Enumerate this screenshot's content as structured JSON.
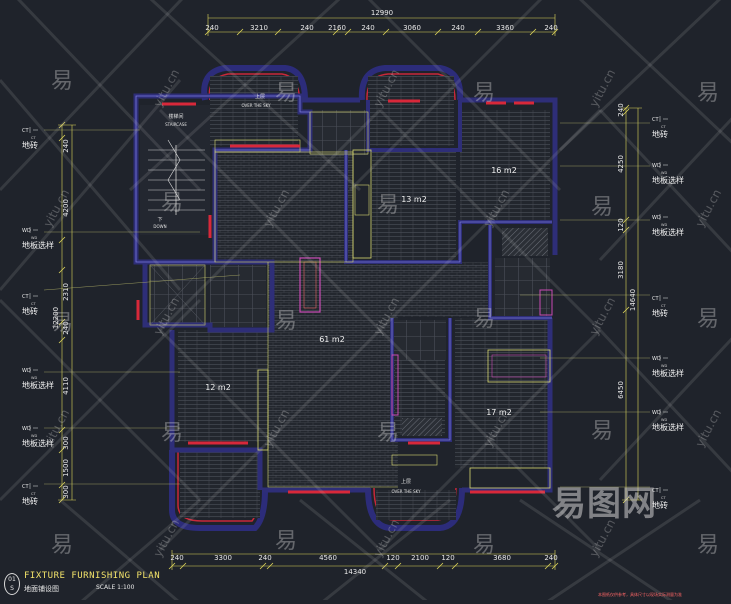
{
  "drawing": {
    "title": "FIXTURE FURNISHING PLAN",
    "subtitle": "地面铺设图",
    "scale": "SCALE 1:100",
    "sheet_top": "01",
    "sheet_bottom": "S",
    "note": "本图纸仅供参考，具体尺寸以现场实际测量为准"
  },
  "dimensions": {
    "top_total": "12990",
    "top": [
      "240",
      "3210",
      "240",
      "2160",
      "240",
      "3060",
      "240",
      "3360",
      "240"
    ],
    "bottom_total": "14340",
    "bottom": [
      "240",
      "3300",
      "240",
      "4560",
      "120",
      "2100",
      "120",
      "3680",
      "240"
    ],
    "left_total": "12200",
    "left": [
      "240",
      "4200",
      "2310",
      "240",
      "4110",
      "300",
      "1500",
      "300"
    ],
    "right_total": "14640",
    "right": [
      "240",
      "4250",
      "120",
      "3180",
      "6450"
    ]
  },
  "rooms": [
    {
      "area": "13 m2"
    },
    {
      "area": "16 m2"
    },
    {
      "area": "61 m2"
    },
    {
      "area": "12 m2"
    },
    {
      "area": "17 m2"
    }
  ],
  "labels": {
    "upper": "上层",
    "over_sky": "OVER THE SKY",
    "stair_cn": "楼梯间",
    "stair_en": "STAIRCASE",
    "down": "下",
    "down_en": "DOWN"
  },
  "legend_left": [
    {
      "code": "CT",
      "name": "地砖"
    },
    {
      "code": "WD",
      "name": "地板选样"
    },
    {
      "code": "CT",
      "name": "地砖"
    },
    {
      "code": "WD",
      "name": "地板选样"
    },
    {
      "code": "WD",
      "name": "地板选样"
    },
    {
      "code": "CT",
      "name": "地砖"
    }
  ],
  "legend_right": [
    {
      "code": "CT",
      "name": "地砖"
    },
    {
      "code": "WD",
      "name": "地板选样"
    },
    {
      "code": "WD",
      "name": "地板选样"
    },
    {
      "code": "CT",
      "name": "地砖"
    },
    {
      "code": "WD",
      "name": "地板选样"
    },
    {
      "code": "WD",
      "name": "地板选样"
    },
    {
      "code": "CT",
      "name": "地砖"
    }
  ],
  "watermark": {
    "glyph": "易",
    "site": "yitu.cn",
    "brand": "易图网"
  },
  "colors": {
    "background": "#1f232b",
    "wall": "#2a2a6e",
    "wall_edge": "#6a6ad8",
    "floor_line": "#3c4048",
    "dim_line": "#e0d85a",
    "window_red": "#d8283a",
    "accent_magenta": "#c84ab4",
    "text": "#e6e6e6"
  }
}
